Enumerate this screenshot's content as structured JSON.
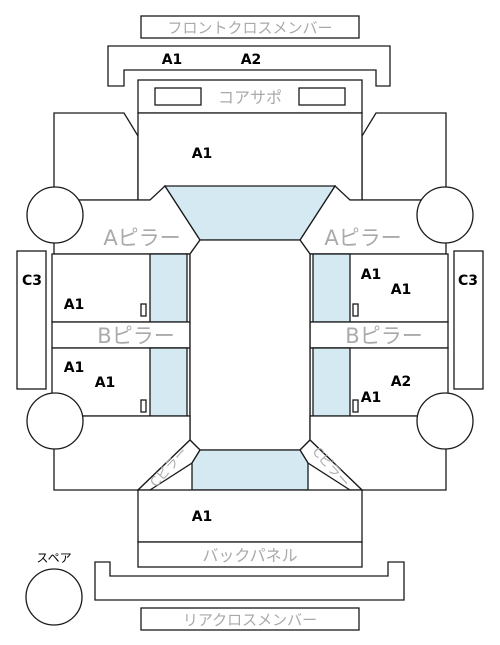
{
  "labels": {
    "front_cross_member": "フロントクロスメンバー",
    "core_support": "コアサポ",
    "a_pillar_left": "Aピラー",
    "a_pillar_right": "Aピラー",
    "b_pillar_left": "Bピラー",
    "b_pillar_right": "Bピラー",
    "c_pillar_left": "Cピラー",
    "c_pillar_right": "Cピラー",
    "back_panel": "バックパネル",
    "spare": "スペア",
    "rear_cross_member": "リアクロスメンバー"
  },
  "codes": {
    "front_cross_left": "A1",
    "front_cross_right": "A2",
    "hood_area": "A1",
    "left_front_door": "A1",
    "left_rear_door_top": "A1",
    "left_rear_door_bottom": "A1",
    "left_quarter": "C3",
    "right_front_door_top": "A1",
    "right_front_door_bottom": "A1",
    "right_rear_door_top": "A2",
    "right_rear_door_bottom": "A1",
    "right_quarter": "C3",
    "trunk_area": "A1"
  },
  "colors": {
    "line": "#1a1a1a",
    "glass": "#d4e9f2",
    "label_grey": "#aaaaaa",
    "code": "#000000"
  }
}
